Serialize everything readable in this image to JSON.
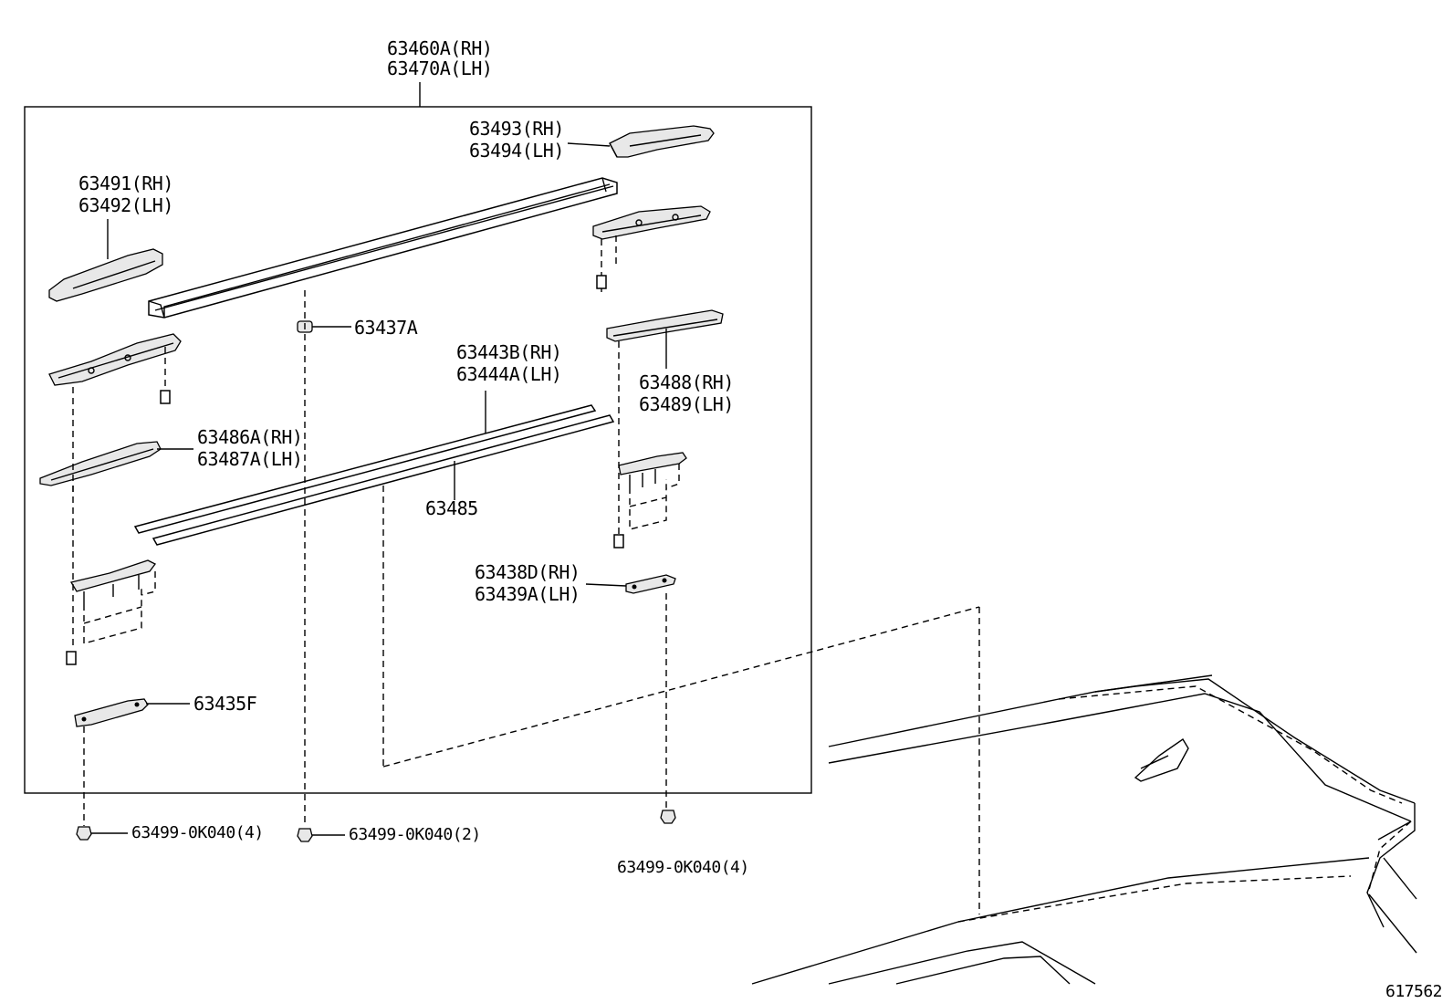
{
  "diagram": {
    "assembly_label": [
      "63460A(RH)",
      "63470A(LH)"
    ],
    "parts": {
      "end_cover_rear": [
        "63493(RH)",
        "63494(LH)"
      ],
      "end_cover_front": [
        "63491(RH)",
        "63492(LH)"
      ],
      "retainer_nut": "63437A",
      "side_molding": [
        "63443B(RH)",
        "63444A(LH)"
      ],
      "leg_base_rear": [
        "63488(RH)",
        "63489(LH)"
      ],
      "leg_base_front": [
        "63486A(RH)",
        "63487A(LH)"
      ],
      "molding_strip": "63485",
      "spacer_rear": [
        "63438D(RH)",
        "63439A(LH)"
      ],
      "spacer_front": "63435F"
    },
    "fasteners": {
      "nut_left": "63499-0K040(4)",
      "nut_center": "63499-0K040(2)",
      "nut_right": "63499-0K040(4)"
    },
    "figure_number": "617562"
  }
}
